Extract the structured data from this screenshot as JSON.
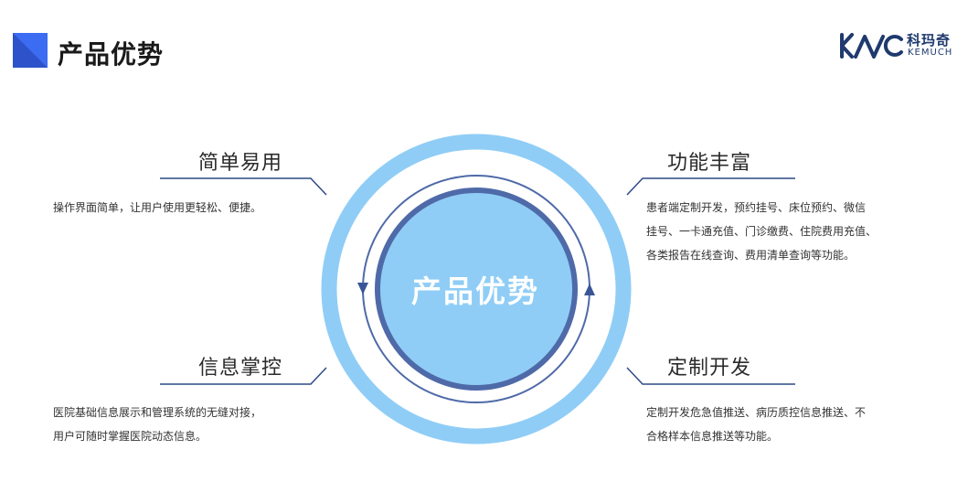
{
  "header": {
    "title": "产品优势",
    "accent_color": "#3c6cf2"
  },
  "logo": {
    "cn_text": "科玛奇",
    "en_text": "KEMUCH",
    "color": "#1f3a6e"
  },
  "center": {
    "label": "产品优势",
    "outer_ring_color": "#8fcdf6",
    "inner_fill_color": "#8fcdf6",
    "inner_border_color": "#4f6aa8"
  },
  "advantages": [
    {
      "heading": "简单易用",
      "lines": [
        "操作界面简单，让用户使用更轻松、便捷。"
      ]
    },
    {
      "heading": "功能丰富",
      "lines": [
        "患者端定制开发，预约挂号、床位预约、微信",
        "挂号、一卡通充值、门诊缴费、住院费用充值、",
        "各类报告在线查询、费用清单查询等功能。"
      ]
    },
    {
      "heading": "信息掌控",
      "lines": [
        "医院基础信息展示和管理系统的无缝对接，",
        "用户可随时掌握医院动态信息。"
      ]
    },
    {
      "heading": "定制开发",
      "lines": [
        "定制开发危急值推送、病历质控信息推送、不",
        "合格样本信息推送等功能。"
      ]
    }
  ]
}
